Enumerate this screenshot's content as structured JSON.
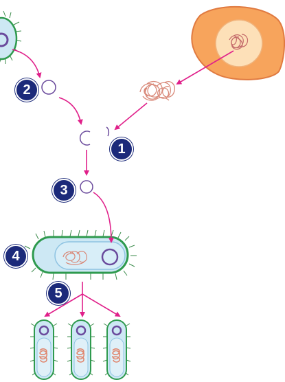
{
  "steps": [
    "1",
    "2",
    "3",
    "4",
    "5"
  ],
  "colors": {
    "arrow": "#e0208a",
    "badge": "#1c2a7a",
    "plasmid": "#6a4a9c",
    "dna": "#d98a7a",
    "cell_outer": "#f7a45c",
    "cell_nucleus": "#fde0b8",
    "bacterium_fill": "#cde8f4",
    "bacterium_outline": "#2e9a4e",
    "flagella": "#3a8a4a"
  },
  "icons": [
    "bacterium-icon",
    "plasmid-icon",
    "human-cell-icon",
    "dna-coil-icon",
    "recombinant-bacterium-icon"
  ]
}
